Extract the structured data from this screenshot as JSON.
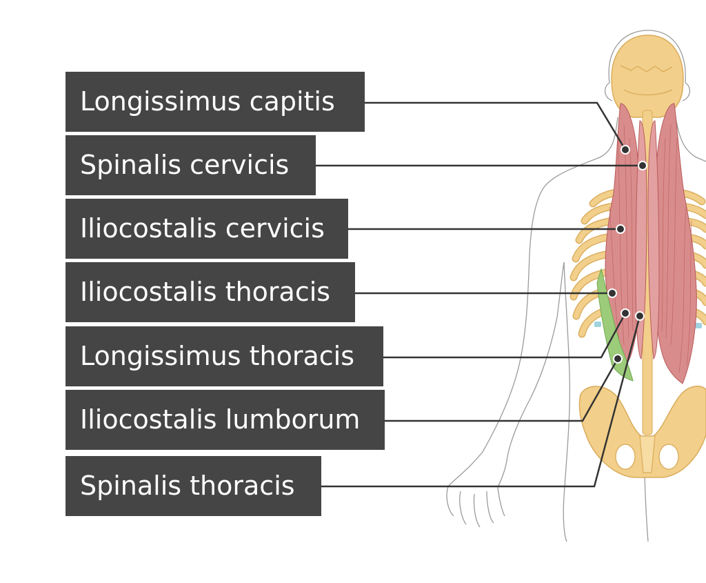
{
  "labels": [
    {
      "id": "longissimus-capitis",
      "text": "Longissimus capitis"
    },
    {
      "id": "spinalis-cervicis",
      "text": "Spinalis cervicis"
    },
    {
      "id": "iliocostalis-cervicis",
      "text": "Iliocostalis cervicis"
    },
    {
      "id": "iliocostalis-thoracis",
      "text": "Iliocostalis thoracis"
    },
    {
      "id": "longissimus-thoracis",
      "text": "Longissimus thoracis"
    },
    {
      "id": "iliocostalis-lumborum",
      "text": "Iliocostalis lumborum"
    },
    {
      "id": "spinalis-thoracis",
      "text": "Spinalis thoracis"
    }
  ],
  "colors": {
    "label_bg": "#454545",
    "label_text": "#ffffff",
    "leader_line": "#333333",
    "bone": "#f2cf8a",
    "bone_stroke": "#d9ab5a",
    "muscle": "#d98c8c",
    "muscle_stroke": "#b85a5a",
    "iliocostalis_lumborum": "#9ccc7a",
    "cartilage": "#9fd3e0",
    "body_outline": "#999999"
  }
}
